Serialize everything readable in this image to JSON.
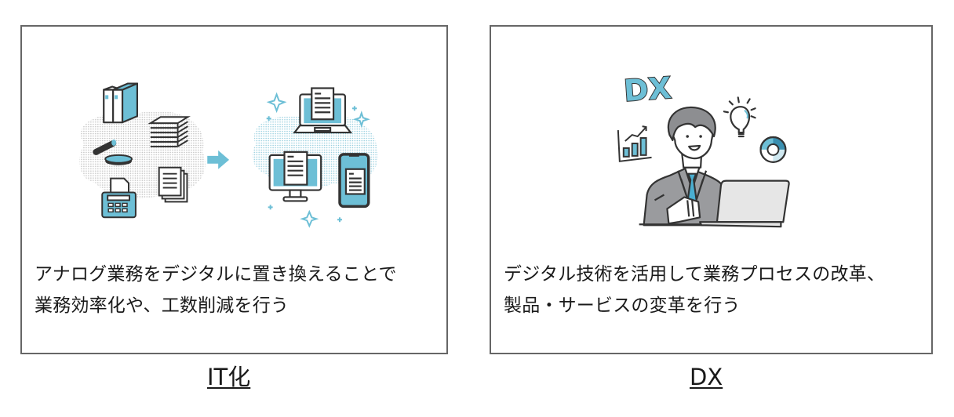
{
  "colors": {
    "accent": "#6dbfd6",
    "accent_dark": "#3a8fb0",
    "outline": "#333333",
    "border": "#666666",
    "suit": "#9a9b9e",
    "laptop": "#e6e6e6",
    "dots": "#c9c9c9",
    "dots_blue": "#a8d6e4"
  },
  "panels": [
    {
      "id": "it",
      "caption": "IT化",
      "description_lines": [
        "アナログ業務をデジタルに置き換えることで",
        "業務効率化や、工数削減を行う"
      ],
      "illustration": {
        "left_group_icons": [
          "binder-icon",
          "paper-stack-icon",
          "stamp-icon",
          "document-icon",
          "fax-icon"
        ],
        "arrow": "arrow-right-icon",
        "right_group_icons": [
          "laptop-document-icon",
          "monitor-document-icon",
          "smartphone-document-icon",
          "sparkle-icon"
        ]
      }
    },
    {
      "id": "dx",
      "caption": "DX",
      "description_lines": [
        "デジタル技術を活用して業務プロセスの改革、",
        "製品・サービスの変革を行う"
      ],
      "illustration": {
        "badge_text": "DX",
        "icons": [
          "bar-chart-icon",
          "lightbulb-icon",
          "donut-chart-icon",
          "businessman-icon",
          "laptop-icon"
        ]
      }
    }
  ]
}
